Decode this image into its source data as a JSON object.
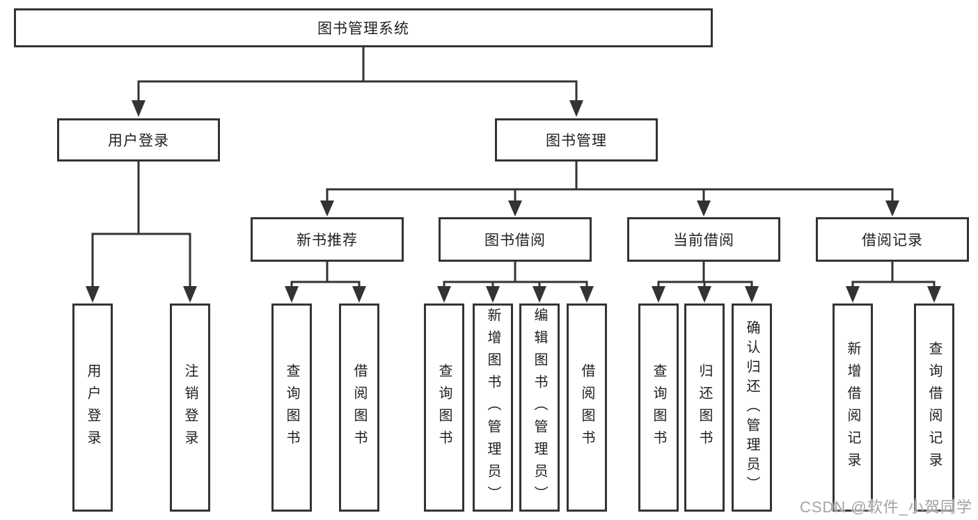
{
  "colors": {
    "line": "#333333",
    "box_border": "#333333",
    "text": "#1f1f1f",
    "watermark": "#a3a3a3",
    "background": "#ffffff"
  },
  "watermark": {
    "text": "CSDN @软件_小贺同学"
  },
  "tree": {
    "label": "图书管理系统",
    "children": [
      {
        "label": "用户登录",
        "children": [
          {
            "label": "用户登录"
          },
          {
            "label": "注销登录"
          }
        ]
      },
      {
        "label": "图书管理",
        "children": [
          {
            "label": "新书推荐",
            "children": [
              {
                "label": "查询图书"
              },
              {
                "label": "借阅图书"
              }
            ]
          },
          {
            "label": "图书借阅",
            "children": [
              {
                "label": "查询图书"
              },
              {
                "label": "新增图书（管理员）"
              },
              {
                "label": "编辑图书（管理员）"
              },
              {
                "label": "借阅图书"
              }
            ]
          },
          {
            "label": "当前借阅",
            "children": [
              {
                "label": "查询图书"
              },
              {
                "label": "归还图书"
              },
              {
                "label": "确认归还（管理员）"
              }
            ]
          },
          {
            "label": "借阅记录",
            "children": [
              {
                "label": "新增借阅记录"
              },
              {
                "label": "查询借阅记录"
              }
            ]
          }
        ]
      }
    ]
  }
}
